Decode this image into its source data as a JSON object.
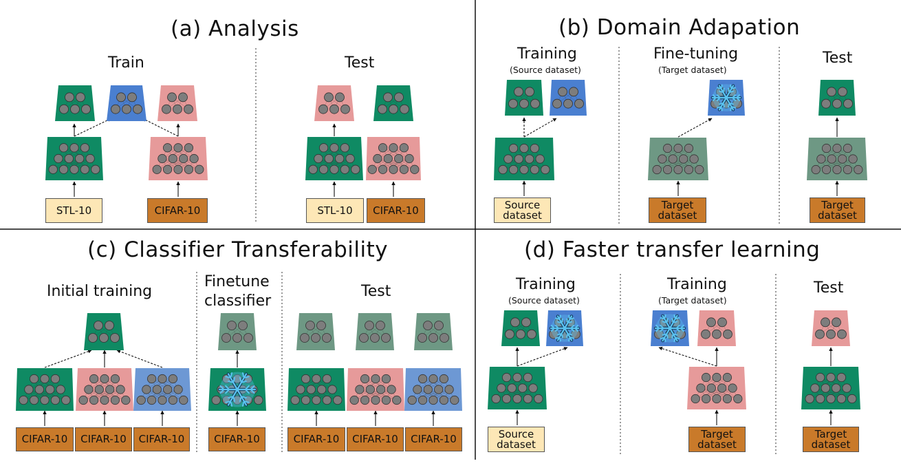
{
  "colors": {
    "green": "#0f8a63",
    "blue": "#4a7fd0",
    "pink": "#e69a9a",
    "gray_green": "#6e9884",
    "light_blue": "#6d98d4",
    "source_box": "#fde7b6",
    "target_box": "#c97a2a",
    "neuron": "#7d7d7d",
    "snowflake": "#5bc3f0"
  },
  "panels": {
    "a": {
      "title": "(a) Analysis",
      "train_label": "Train",
      "test_label": "Test",
      "inputs": [
        "STL-10",
        "CIFAR-10",
        "STL-10",
        "CIFAR-10"
      ]
    },
    "b": {
      "title": "(b) Domain Adapation",
      "training_label": "Training",
      "training_sub": "(Source dataset)",
      "finetuning_label": "Fine-tuning",
      "finetuning_sub": "(Target dataset)",
      "test_label": "Test",
      "inputs": [
        [
          "Source",
          "dataset"
        ],
        [
          "Target",
          "dataset"
        ],
        [
          "Target",
          "dataset"
        ]
      ]
    },
    "c": {
      "title": "(c) Classifier Transferability",
      "initial_label": "Initial training",
      "finetune_label_1": "Finetune",
      "finetune_label_2": "classifier",
      "test_label": "Test",
      "inputs": [
        "CIFAR-10",
        "CIFAR-10",
        "CIFAR-10",
        "CIFAR-10",
        "CIFAR-10",
        "CIFAR-10",
        "CIFAR-10"
      ]
    },
    "d": {
      "title": "(d) Faster transfer learning",
      "training_label_1": "Training",
      "training_sub_1": "(Source dataset)",
      "training_label_2": "Training",
      "training_sub_2": "(Target dataset)",
      "test_label": "Test",
      "inputs": [
        [
          "Source",
          "dataset"
        ],
        [
          "Target",
          "dataset"
        ],
        [
          "Target",
          "dataset"
        ]
      ]
    }
  }
}
